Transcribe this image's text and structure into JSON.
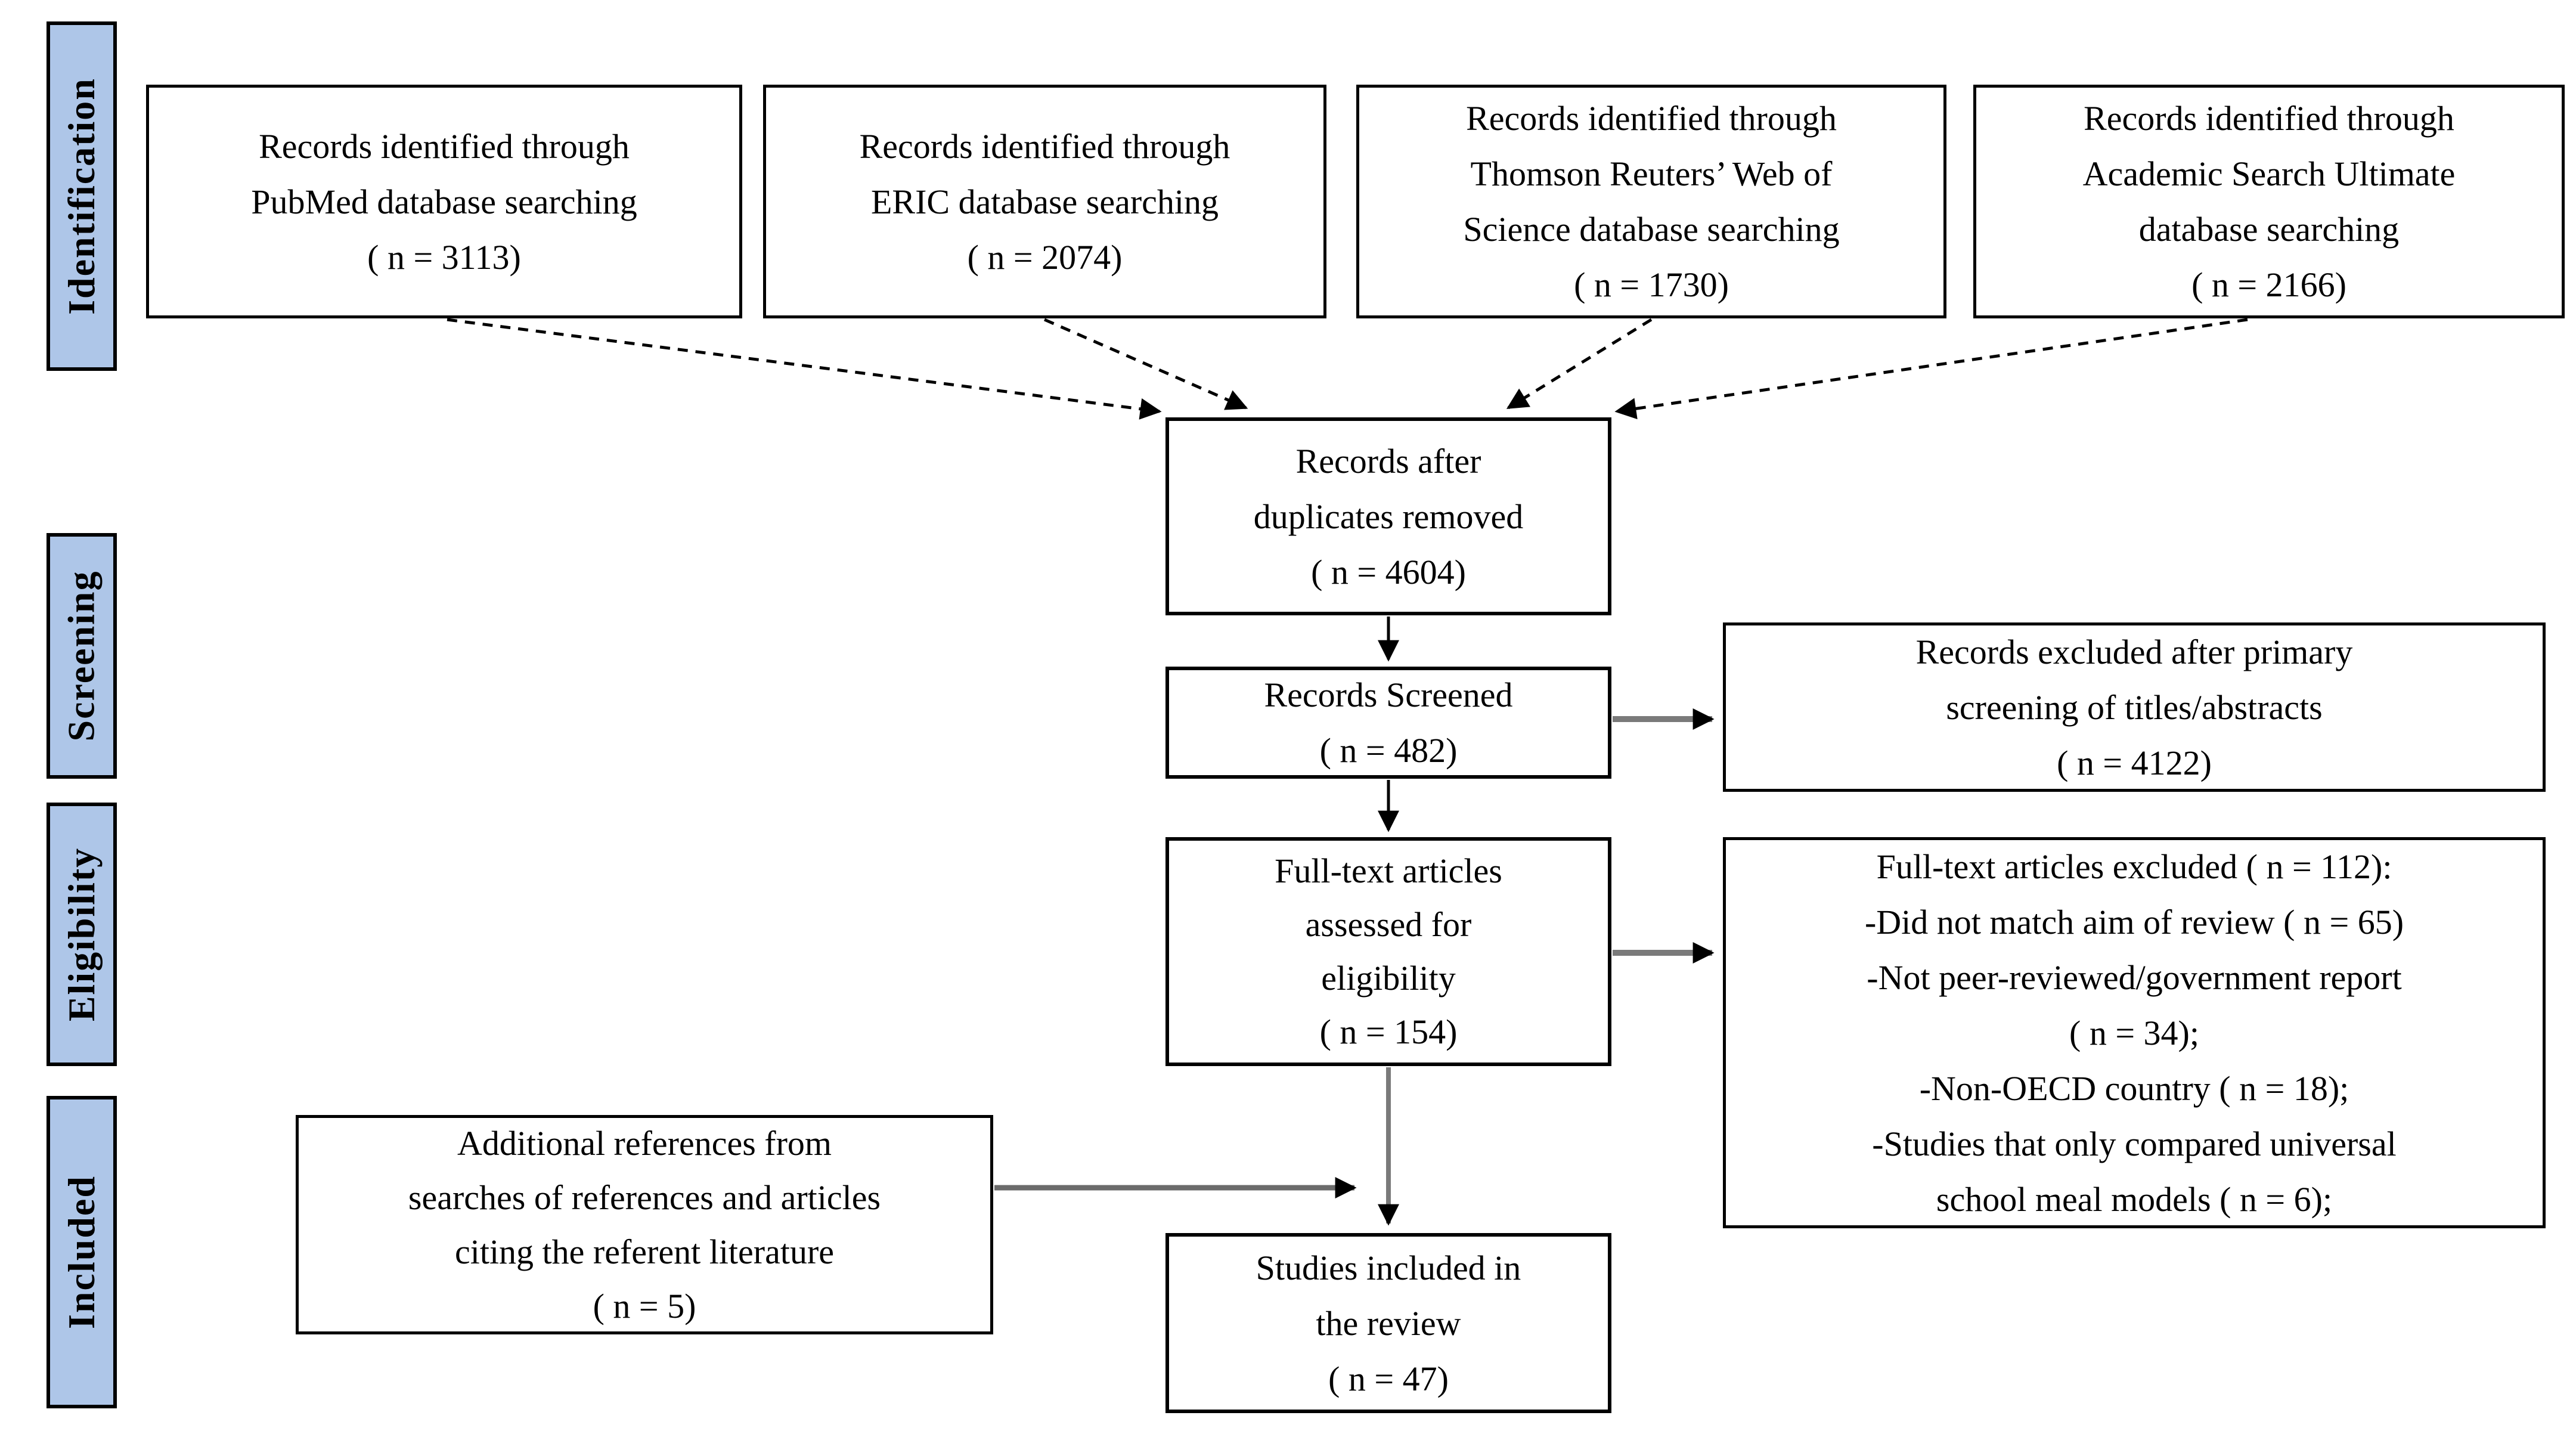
{
  "colors": {
    "background": "#ffffff",
    "box_border": "#000000",
    "sidebar_fill": "#aec6e8",
    "arrow_gray": "#7a7a7a",
    "arrow_black": "#000000",
    "text": "#000000"
  },
  "stages": [
    {
      "label": "Identification"
    },
    {
      "label": "Screening"
    },
    {
      "label": "Eligibility"
    },
    {
      "label": "Included"
    }
  ],
  "boxes": {
    "pubmed": {
      "lines": [
        "Records identified through",
        "PubMed database searching",
        "( n = 3113)"
      ]
    },
    "eric": {
      "lines": [
        "Records identified through",
        "ERIC database searching",
        "( n = 2074)"
      ]
    },
    "wos": {
      "lines": [
        "Records identified through",
        "Thomson Reuters’ Web of",
        "Science database searching",
        "( n = 1730)"
      ]
    },
    "asu": {
      "lines": [
        "Records identified through",
        "Academic Search Ultimate",
        "database searching",
        "( n = 2166)"
      ]
    },
    "duplicates": {
      "lines": [
        "Records after",
        "duplicates removed",
        "( n = 4604)"
      ]
    },
    "screened": {
      "lines": [
        "Records Screened",
        "( n = 482)"
      ]
    },
    "excluded_primary": {
      "lines": [
        "Records excluded after primary",
        "screening of titles/abstracts",
        "( n = 4122)"
      ]
    },
    "fulltext": {
      "lines": [
        "Full-text articles",
        "assessed for",
        "eligibility",
        "( n = 154)"
      ]
    },
    "fulltext_excluded": {
      "lines": [
        "Full-text articles excluded ( n = 112):",
        "-Did not match aim of review ( n = 65)",
        "-Not peer-reviewed/government report",
        "( n = 34);",
        "-Non-OECD country ( n = 18);",
        "-Studies that only compared universal",
        "school meal models ( n = 6);"
      ]
    },
    "additional": {
      "lines": [
        "Additional references from",
        "searches of references and articles",
        "citing the referent literature",
        "( n = 5)"
      ]
    },
    "included": {
      "lines": [
        "Studies included in",
        "the review",
        "( n = 47)"
      ]
    }
  }
}
